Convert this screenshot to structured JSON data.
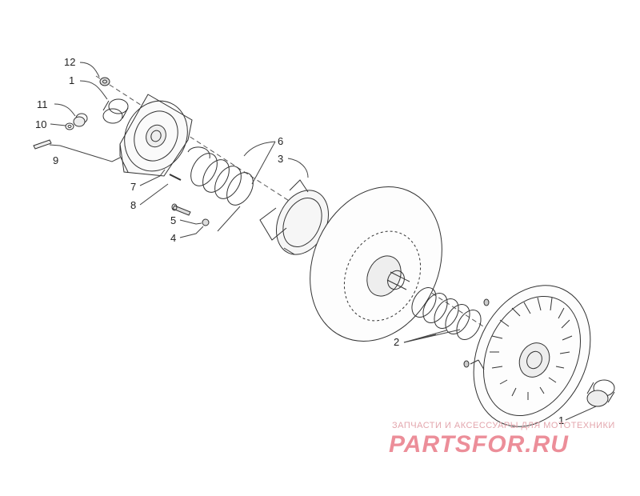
{
  "callouts": [
    {
      "id": "c12a",
      "text": "12"
    },
    {
      "id": "c1a",
      "text": "1"
    },
    {
      "id": "c11",
      "text": "11"
    },
    {
      "id": "c10",
      "text": "10"
    },
    {
      "id": "c9",
      "text": "9"
    },
    {
      "id": "c7",
      "text": "7"
    },
    {
      "id": "c8",
      "text": "8"
    },
    {
      "id": "c6",
      "text": "6"
    },
    {
      "id": "c3",
      "text": "3"
    },
    {
      "id": "c5",
      "text": "5"
    },
    {
      "id": "c4",
      "text": "4"
    },
    {
      "id": "c2",
      "text": "2"
    },
    {
      "id": "c1b",
      "text": "1"
    }
  ],
  "watermark": {
    "tagline": "ЗАПЧАСТИ И АКСЕССУАРЫ ДЛЯ МОТОТЕХНИКИ",
    "logo": "PARTSFOR.RU",
    "color": "#ec8e99"
  },
  "colors": {
    "line": "#333333",
    "background": "#ffffff"
  }
}
